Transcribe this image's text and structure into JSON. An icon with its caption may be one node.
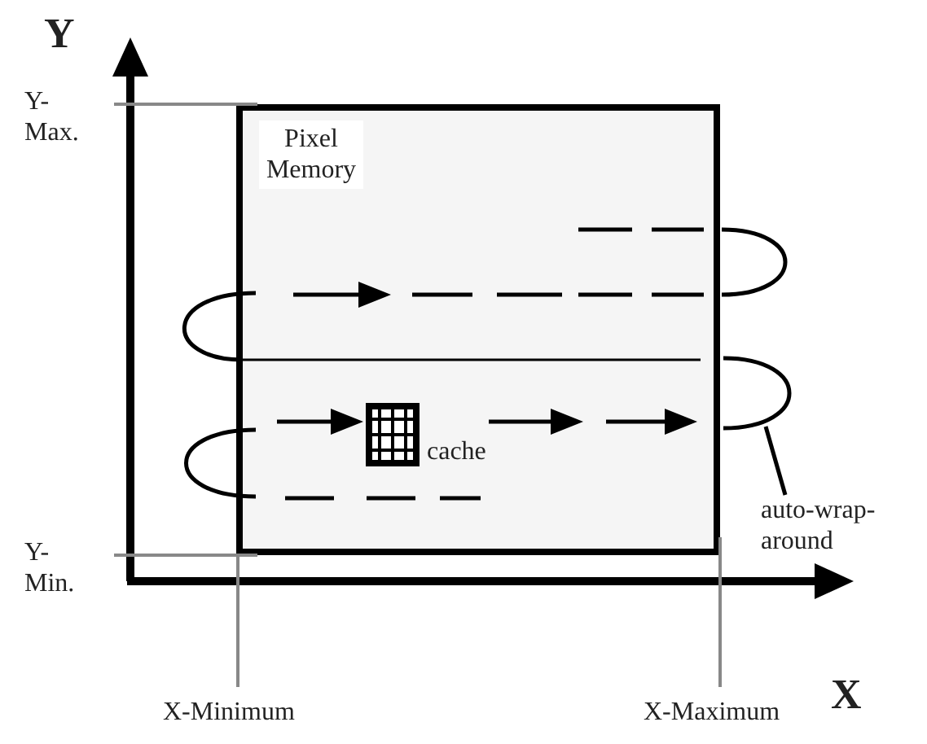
{
  "diagram": {
    "nodes": [
      {
        "text": [
          "Pixel Memory"
        ]
      },
      {
        "text": [],
        "shape": "grid",
        "in": 0,
        "beside": [
          "cache"
        ]
      },
      {
        "text": [
          "auto-wrap-around"
        ]
      },
      {
        "text": [],
        "shape": "loop"
      }
    ],
    "edges": [
      {
        "from": 2,
        "to": 3,
        "arrow": "none"
      }
    ],
    "labels": [
      "Y",
      "Y- Max.",
      "Y- Min.",
      "X-Minimum",
      "X-Maximum",
      "X"
    ]
  }
}
